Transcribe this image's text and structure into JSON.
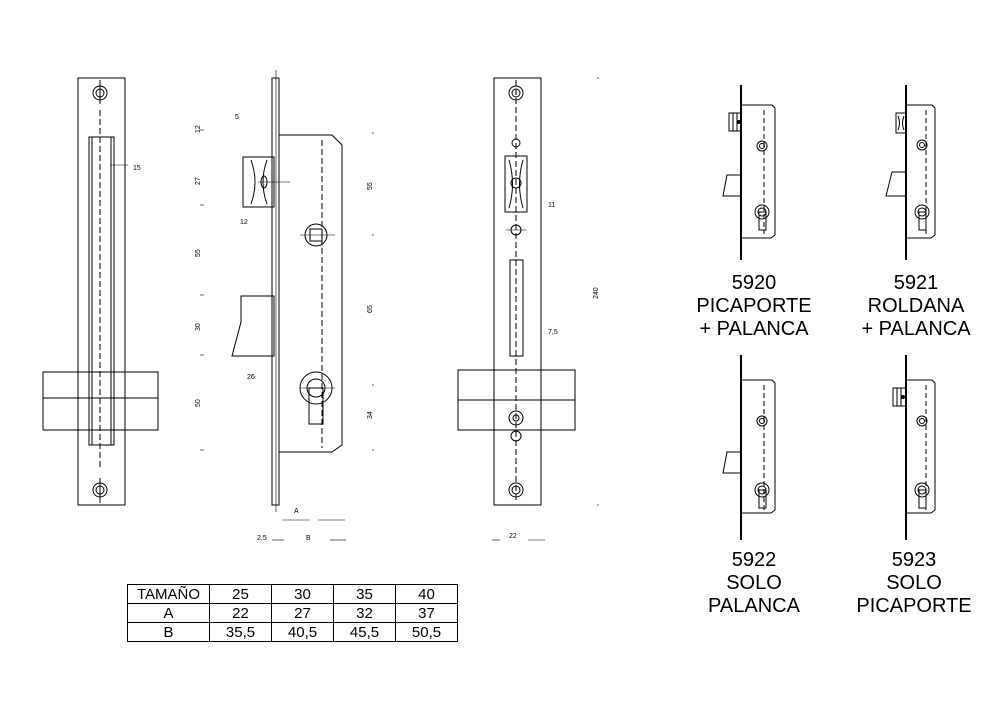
{
  "dimensions": {
    "front_15": "15",
    "side_5": "5",
    "side_12a": "12",
    "side_12b": "12",
    "side_27": "27",
    "side_55a": "55",
    "side_30": "30",
    "side_26": "26",
    "side_50": "50",
    "side_55b": "55",
    "side_65": "65",
    "side_34": "34",
    "side_A": "A",
    "side_2_5": "2,5",
    "side_B": "B",
    "rear_11": "11",
    "rear_240": "240",
    "rear_7_5": "7,5",
    "rear_22": "22"
  },
  "variants": [
    {
      "line1": "5920",
      "line2": "PICAPORTE",
      "line3": "+ PALANCA"
    },
    {
      "line1": "5921",
      "line2": "ROLDANA",
      "line3": "+ PALANCA"
    },
    {
      "line1": "5922",
      "line2": "SOLO",
      "line3": "PALANCA"
    },
    {
      "line1": "5923",
      "line2": "SOLO",
      "line3": "PICAPORTE"
    }
  ],
  "size_table": {
    "header": "TAMAÑO",
    "sizes": [
      "25",
      "30",
      "35",
      "40"
    ],
    "row_a_label": "A",
    "row_a": [
      "22",
      "27",
      "32",
      "37"
    ],
    "row_b_label": "B",
    "row_b": [
      "35,5",
      "40,5",
      "45,5",
      "50,5"
    ]
  }
}
